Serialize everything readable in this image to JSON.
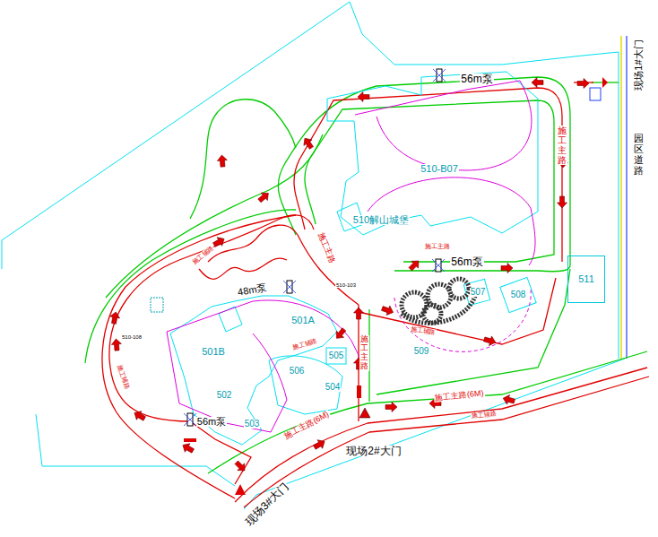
{
  "diagram": {
    "nodes": [
      {
        "text": [
          "511"
        ]
      }
    ],
    "labels": [
      "现场1#大门",
      "园区道路",
      "施工主路",
      "56m泵",
      "510-B07",
      "510解山城堡",
      "施工主路",
      "施工主路",
      "56m泵",
      "507",
      "508",
      "510-103",
      "48m泵",
      "501A",
      "501B",
      "施工辅路",
      "505",
      "506",
      "504",
      "502",
      "503",
      "56m泵",
      "施工主路",
      "509",
      "施工辅路",
      "施工主路(6M)",
      "施工辅路",
      "施工主路(6M)",
      "现场2#大门",
      "现场3#大门",
      "510-108",
      "施工辅路",
      "施工辅路"
    ]
  }
}
